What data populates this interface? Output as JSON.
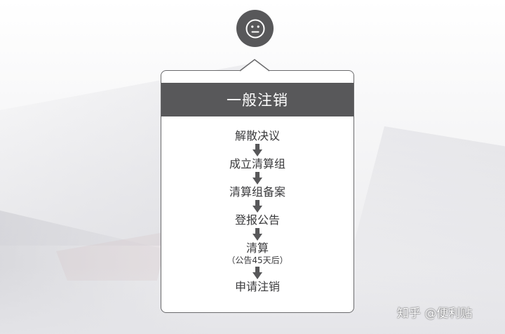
{
  "icon": "neutral-face-icon",
  "colors": {
    "header_bg": "#58585a",
    "header_text": "#ffffff",
    "step_text": "#3a3a3c",
    "arrow": "#58585a",
    "card_border": "#6a6a6c"
  },
  "card": {
    "title": "一般注销"
  },
  "steps": [
    {
      "label": "解散决议"
    },
    {
      "label": "成立清算组"
    },
    {
      "label": "清算组备案"
    },
    {
      "label": "登报公告"
    },
    {
      "label": "清算",
      "note": "（公告45天后）"
    },
    {
      "label": "申请注销"
    }
  ],
  "watermark": "知乎 @便利贴"
}
